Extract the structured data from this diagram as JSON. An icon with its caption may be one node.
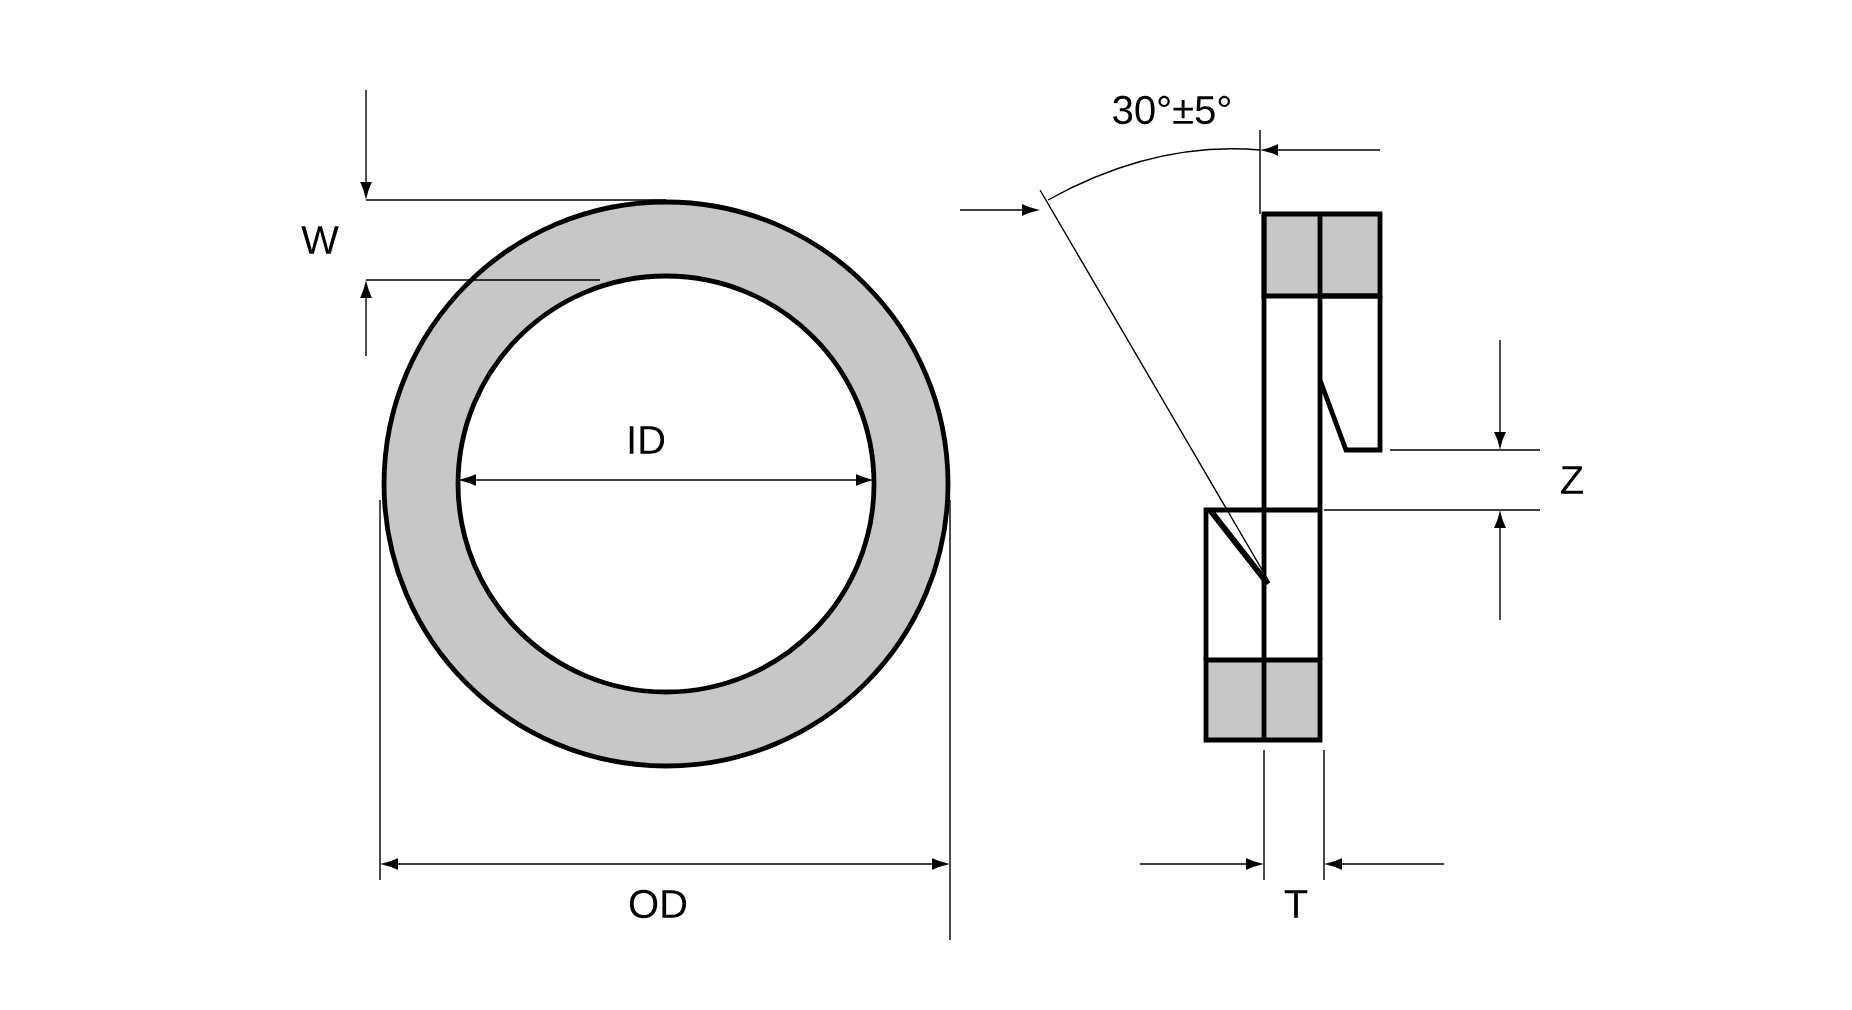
{
  "diagram": {
    "labels": [
      "30°±5°",
      "W",
      "ID",
      "Z",
      "OD",
      "T"
    ]
  }
}
